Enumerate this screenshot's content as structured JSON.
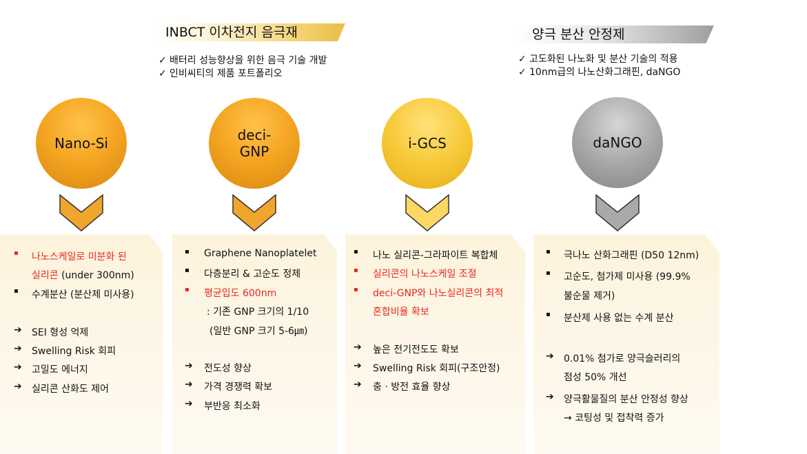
{
  "header_left": {
    "title": "INBCT 이차전지 음극재",
    "checks": [
      "배터리 성능향상을 위한 음극 기술 개발",
      "인비씨티의 제품 포트폴리오"
    ]
  },
  "header_right": {
    "title": "양극 분산 안정제",
    "checks": [
      "고도화된 나노화 및 분산 기술의 적용",
      "10nm급의 나노산화그래핀, daNGO"
    ]
  },
  "check_mark": "✓",
  "bullet_mark": "▪",
  "arrow_mark": "➔",
  "products": [
    {
      "name": "Nano-Si",
      "color": "#f5a623",
      "lines": [
        "나노스케일로 미분화 된",
        "실리콘 (under 300nm)",
        "수계분산 (분산제 미사용)",
        "SEI 형성 억제",
        "Swelling Risk 회피",
        "고밀도 에너지",
        "실리콘 산화도 제어"
      ]
    },
    {
      "name_line1": "deci-",
      "name_line2": "GNP",
      "color": "#f5a623",
      "lines": [
        "Graphene Nanoplatelet",
        "다층분리 & 고순도 정제",
        "평균입도 600nm",
        ": 기존 GNP 크기의 1/10",
        "(일반 GNP 크기 5-6㎛)",
        "전도성 향상",
        "가격 경쟁력 확보",
        "부반응 최소화"
      ]
    },
    {
      "name": "i-GCS",
      "color": "#f7c939",
      "lines": [
        "나노 실리콘-그라파이트 복합체",
        "실리콘의 나노스케일 조절",
        "deci-GNP와 나노실리콘의 최적",
        "혼합비율 확보",
        "높은 전기전도도 확보",
        "Swelling Risk 회피(구조안정)",
        "충 · 방전 효율 향상"
      ]
    },
    {
      "name": "daNGO",
      "color": "#a8a8a8",
      "lines": [
        "극나노 산화그래핀 (D50 12nm)",
        "고순도, 첨가제 미사용 (99.9%",
        "불순물 제거)",
        "분산제 사용 없는 수계 분산",
        "0.01% 첨가로 양극슬러리의",
        "점성 50% 개선",
        "양극활물질의 분산 안정성 향상",
        "→ 코팅성 및 접착력 증가"
      ]
    }
  ]
}
